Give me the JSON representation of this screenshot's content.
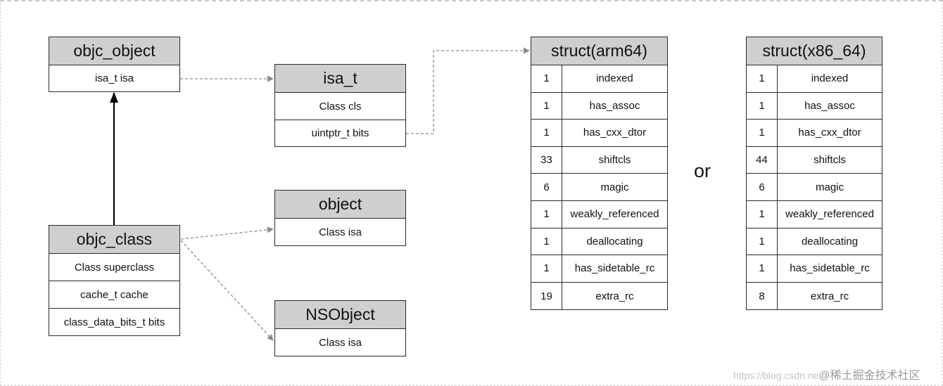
{
  "boxes": {
    "objc_object": {
      "title": "objc_object",
      "rows": [
        "isa_t isa"
      ]
    },
    "isa_t": {
      "title": "isa_t",
      "rows": [
        "Class cls",
        "uintptr_t bits"
      ]
    },
    "objc_class": {
      "title": "objc_class",
      "rows": [
        "Class superclass",
        "cache_t cache",
        "class_data_bits_t bits"
      ]
    },
    "object": {
      "title": "object",
      "rows": [
        "Class isa"
      ]
    },
    "nsobject": {
      "title": "NSObject",
      "rows": [
        "Class isa"
      ]
    }
  },
  "struct_arm64": {
    "title": "struct(arm64)",
    "rows": [
      {
        "bits": "1",
        "field": "indexed"
      },
      {
        "bits": "1",
        "field": "has_assoc"
      },
      {
        "bits": "1",
        "field": "has_cxx_dtor"
      },
      {
        "bits": "33",
        "field": "shiftcls"
      },
      {
        "bits": "6",
        "field": "magic"
      },
      {
        "bits": "1",
        "field": "weakly_referenced"
      },
      {
        "bits": "1",
        "field": "deallocating"
      },
      {
        "bits": "1",
        "field": "has_sidetable_rc"
      },
      {
        "bits": "19",
        "field": "extra_rc"
      }
    ]
  },
  "struct_x86": {
    "title": "struct(x86_64)",
    "rows": [
      {
        "bits": "1",
        "field": "indexed"
      },
      {
        "bits": "1",
        "field": "has_assoc"
      },
      {
        "bits": "1",
        "field": "has_cxx_dtor"
      },
      {
        "bits": "44",
        "field": "shiftcls"
      },
      {
        "bits": "6",
        "field": "magic"
      },
      {
        "bits": "1",
        "field": "weakly_referenced"
      },
      {
        "bits": "1",
        "field": "deallocating"
      },
      {
        "bits": "1",
        "field": "has_sidetable_rc"
      },
      {
        "bits": "8",
        "field": "extra_rc"
      }
    ]
  },
  "or_label": "or",
  "watermark": {
    "url": "https://blog.csdn.ne",
    "community": "@稀土掘金技术社区"
  },
  "colors": {
    "header_bg": "#cfcfcf",
    "border": "#2a2a2a",
    "dashed_line": "#8a8a8a"
  }
}
